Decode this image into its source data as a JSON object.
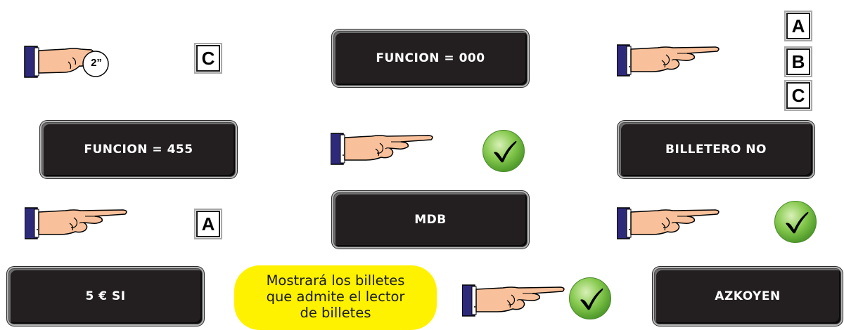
{
  "steps": {
    "row1": {
      "press_duration": "2”",
      "key_c": "C",
      "display": "FUNCION = 000",
      "key_stack": [
        "A",
        "B",
        "C"
      ]
    },
    "row2": {
      "display_left": "FUNCION = 455",
      "display_right": "BILLETERO NO"
    },
    "row3": {
      "key_a": "A",
      "display": "MDB"
    },
    "row4": {
      "display_left": "5 € SI",
      "note_lines": [
        "Mostrará los billetes",
        "que admite el lector",
        "de billetes"
      ],
      "display_right": "AZKOYEN"
    }
  },
  "colors": {
    "display_bg": "#231f20",
    "display_text": "#ffffff",
    "note_bg": "#fff200",
    "check_green": "#7ac143",
    "hand_skin": "#f9c19b",
    "cuff_blue": "#2e2a7a"
  },
  "icons": [
    "pointing-hand-icon",
    "checkmark-icon"
  ]
}
